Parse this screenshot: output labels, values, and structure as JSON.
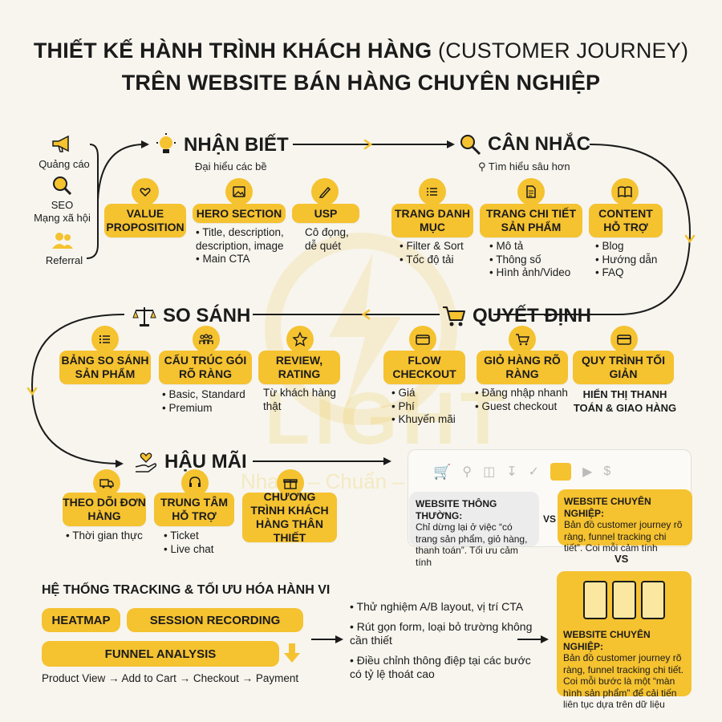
{
  "title": {
    "line1_bold": "THIẾT KẾ HÀNH TRÌNH KHÁCH HÀNG",
    "line1_light": "(CUSTOMER JOURNEY)",
    "line2": "TRÊN WEBSITE BÁN HÀNG CHUYÊN NGHIỆP"
  },
  "sources": {
    "ads": "Quảng cáo",
    "seo": "SEO\nMạng xã hội",
    "referral": "Referral"
  },
  "awareness": {
    "title": "NHẬN BIẾT",
    "subtitle": "Đại hiểu các bề",
    "items": [
      {
        "label": "VALUE PROPOSITION",
        "bullets": []
      },
      {
        "label": "HERO SECTION",
        "bullets": [
          "Title, description, description, image",
          "Main CTA"
        ]
      },
      {
        "label": "USP",
        "note": "Cô đọng, dễ quét"
      }
    ]
  },
  "consideration": {
    "title": "CÂN NHẮC",
    "subtitle": "Tìm hiểu sâu hơn",
    "items": [
      {
        "label": "TRANG DANH MỤC",
        "bullets": [
          "Filter & Sort",
          "Tốc độ tải"
        ]
      },
      {
        "label": "TRANG CHI TIẾT SẢN PHẨM",
        "bullets": [
          "Mô tả",
          "Thông số",
          "Hình ảnh/Video"
        ]
      },
      {
        "label": "CONTENT HỖ TRỢ",
        "bullets": [
          "Blog",
          "Hướng dẫn",
          "FAQ"
        ]
      }
    ]
  },
  "comparison": {
    "title": "SO SÁNH",
    "items": [
      {
        "label": "BẢNG SO SÁNH SẢN PHẨM"
      },
      {
        "label": "CẤU TRÚC GÓI RÕ RÀNG",
        "bullets": [
          "Basic, Standard",
          "Premium"
        ]
      },
      {
        "label": "REVIEW, RATING",
        "note": "Từ khách hàng thật"
      }
    ]
  },
  "decision": {
    "title": "QUYẾT ĐỊNH",
    "items": [
      {
        "label": "FLOW CHECKOUT",
        "bullets": [
          "Giá",
          "Phí",
          "Khuyến mãi"
        ]
      },
      {
        "label": "GIỎ HÀNG RÕ RÀNG",
        "bullets": [
          "Đăng nhập nhanh",
          "Guest checkout"
        ]
      },
      {
        "label": "QUY TRÌNH TỐI GIẢN",
        "note": "HIỂN THỊ THANH TOÁN & GIAO HÀNG"
      }
    ]
  },
  "aftersales": {
    "title": "HẬU MÃI",
    "items": [
      {
        "label": "THEO DÕI ĐƠN HÀNG",
        "bullets": [
          "Thời gian thực"
        ]
      },
      {
        "label": "TRUNG TÂM HỖ TRỢ",
        "bullets": [
          "Ticket",
          "Live chat"
        ]
      },
      {
        "label": "CHƯƠNG TRÌNH KHÁCH HÀNG THÂN THIẾT"
      }
    ]
  },
  "compare_cards": {
    "normal_title": "WEBSITE THÔNG THƯỜNG:",
    "normal_text": "Chỉ dừng lại ở việc “có trang sản phẩm, giỏ hàng, thanh toán”. Tối ưu cảm tính",
    "vs1": "VS",
    "pro_title": "WEBSITE CHUYÊN NGHIỆP:",
    "pro_text": "Bản đồ customer journey rõ ràng, funnel tracking chi tiết”. Coi mỗi cảm tính",
    "vs2": "VS",
    "pro2_title": "WEBSITE CHUYÊN NGHIỆP:",
    "pro2_text": "Bản đồ customer journey rõ ràng, funnel tracking chi tiết. Coi mỗi bước là một “màn hình sản phẩm” để cải tiến liên tục dựa trên dữ liệu"
  },
  "tracking": {
    "title": "HỆ THỐNG TRACKING & TỐI ƯU HÓA HÀNH VI",
    "heatmap": "HEATMAP",
    "session": "SESSION RECORDING",
    "funnel": "FUNNEL ANALYSIS",
    "flow": "Product View → Add to Cart → Checkout → Payment",
    "actions": [
      "Thử nghiệm A/B layout, vị trí CTA",
      "Rút gọn form, loại bỏ trường không cần thiết",
      "Điều chỉnh thông điệp tại các bước có tỷ lệ thoát cao"
    ]
  },
  "watermark": {
    "text": "LIGHT",
    "tagline": "Nhanh – Chuẩn – Đẹp"
  },
  "colors": {
    "accent": "#f5c230",
    "background": "#f7f5ee",
    "text": "#1b1b1b"
  }
}
